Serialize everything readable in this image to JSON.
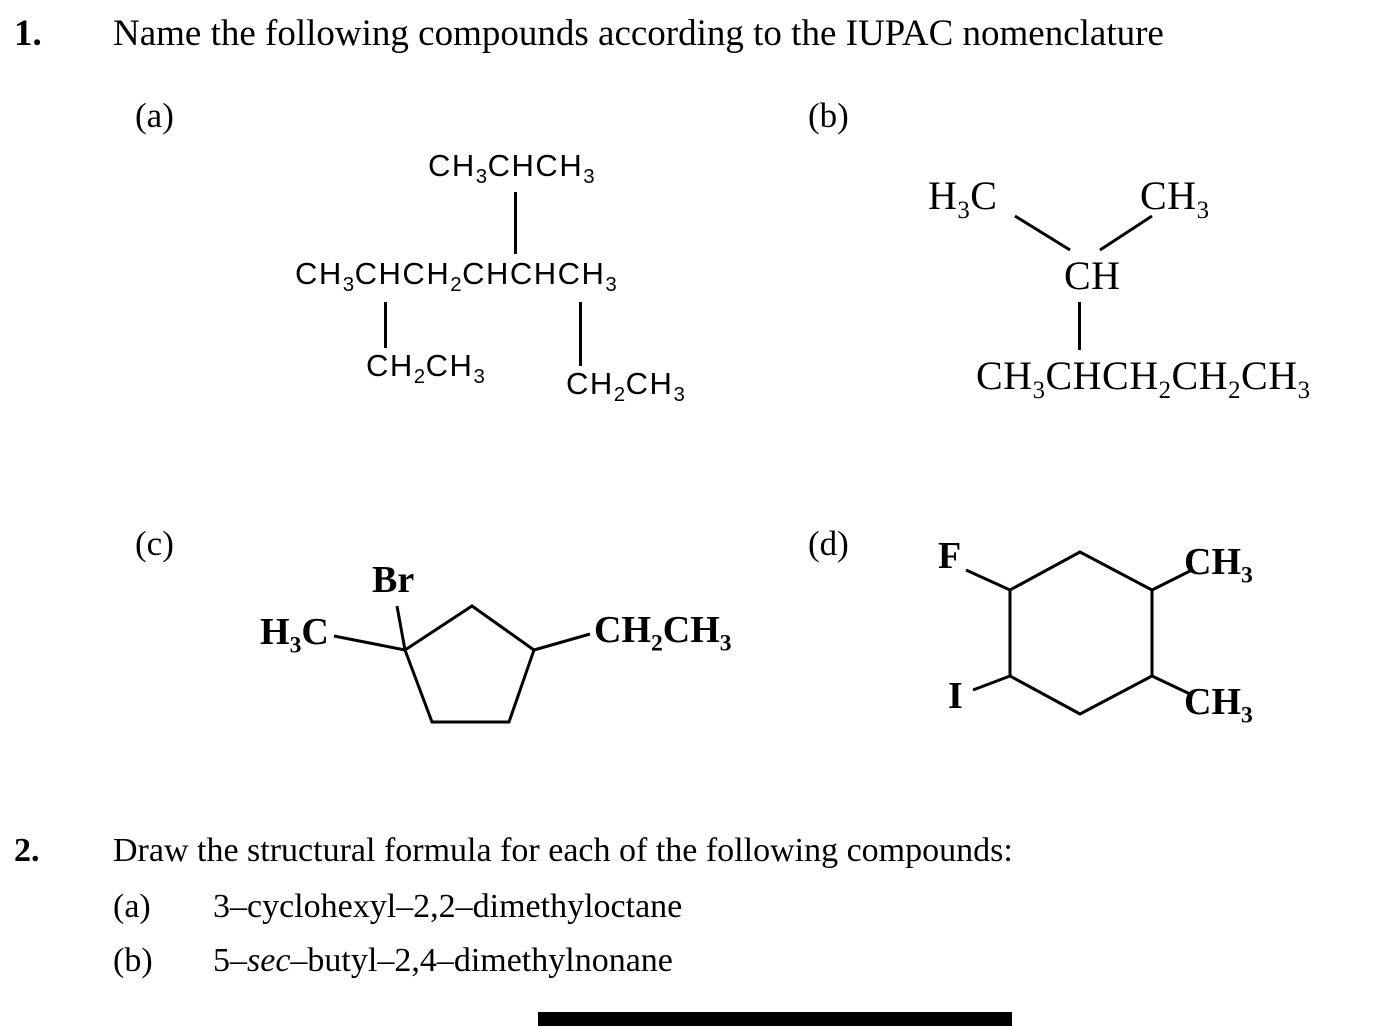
{
  "colors": {
    "text": "#000000",
    "background": "#ffffff",
    "bond": "#000000"
  },
  "question1": {
    "number": "1.",
    "text": "Name the following compounds according to the IUPAC nomenclature",
    "parts": {
      "a": {
        "label": "(a)",
        "top": "CH~3~CHCH~3~",
        "main": "CH~3~CHCH~2~CHCHCH~3~",
        "ethyl_left": "CH~2~CH~3~",
        "ethyl_right": "CH~2~CH~3~"
      },
      "b": {
        "label": "(b)",
        "top_left": "H~3~C",
        "top_right": "CH~3~",
        "methine": "CH",
        "bottom": "CH~3~CHCH~2~CH~2~CH~3~"
      },
      "c": {
        "label": "(c)",
        "bromo": "Br",
        "methyl": "H~3~C",
        "ethyl": "CH~2~CH~3~"
      },
      "d": {
        "label": "(d)",
        "fluoro": "F",
        "methyl_top": "CH~3~",
        "iodo": "I",
        "methyl_bottom": "CH~3~"
      }
    }
  },
  "question2": {
    "number": "2.",
    "text": "Draw the structural formula for each of the following compounds:",
    "items": [
      {
        "label": "(a)",
        "name": "3–cyclohexyl–2,2–dimethyloctane"
      },
      {
        "label": "(b)",
        "name": "5–*sec*–butyl–2,4–dimethylnonane"
      }
    ]
  }
}
